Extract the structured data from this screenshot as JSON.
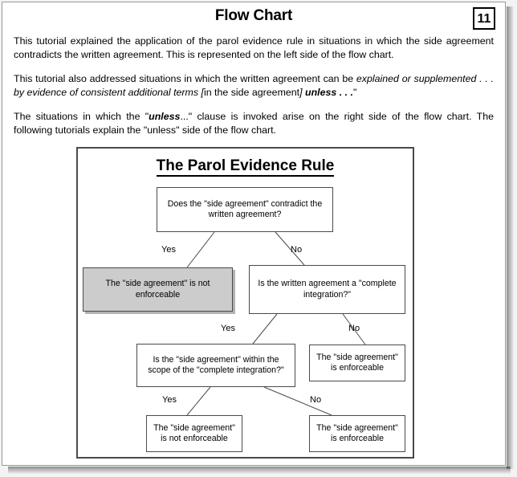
{
  "header": {
    "title": "Flow Chart",
    "page_number": "11"
  },
  "body": {
    "paragraph1": "This tutorial explained the application of the parol evidence rule in situations in which the side agreement contradicts the written agreement. This is represented on the left side of the flow chart.",
    "paragraph2": {
      "lead": "This tutorial also addressed situations in which the written agreement can be ",
      "italic1": "explained or supplemented . . . by evidence of consistent additional terms ",
      "bracket_open": "[",
      "upright": "in the side agreement",
      "bracket_close": "] ",
      "bold_italic": "unless . . .",
      "tail": "\""
    },
    "paragraph3": {
      "lead": "The situations in which the \"",
      "bold_italic": "unless",
      "mid": "...\" clause is invoked arise on the right side of the flow chart. The following tutorials explain the \"unless\" side of the flow chart."
    }
  },
  "flowchart": {
    "title": "The Parol Evidence Rule",
    "nodes": {
      "q1": "Does the \"side agreement\" contradict the written agreement?",
      "a1": "The \"side agreement\" is not enforceable",
      "q2": "Is the written agreement a \"complete integration?\"",
      "q3": "Is the \"side agreement\" within the scope of the \"complete integration?\"",
      "a2": "The \"side agreement\" is enforceable",
      "a3": "The \"side agreement\" is not enforceable",
      "a4": "The \"side agreement\" is enforceable"
    },
    "edge_labels": {
      "yes1": "Yes",
      "no1": "No",
      "yes2": "Yes",
      "no2": "No",
      "yes3": "Yes",
      "no3": "No"
    },
    "colors": {
      "shaded_node_fill": "#cccccc",
      "node_border": "#4a4a4a",
      "panel_border": "#4a4a4a",
      "text": "#000000"
    }
  }
}
